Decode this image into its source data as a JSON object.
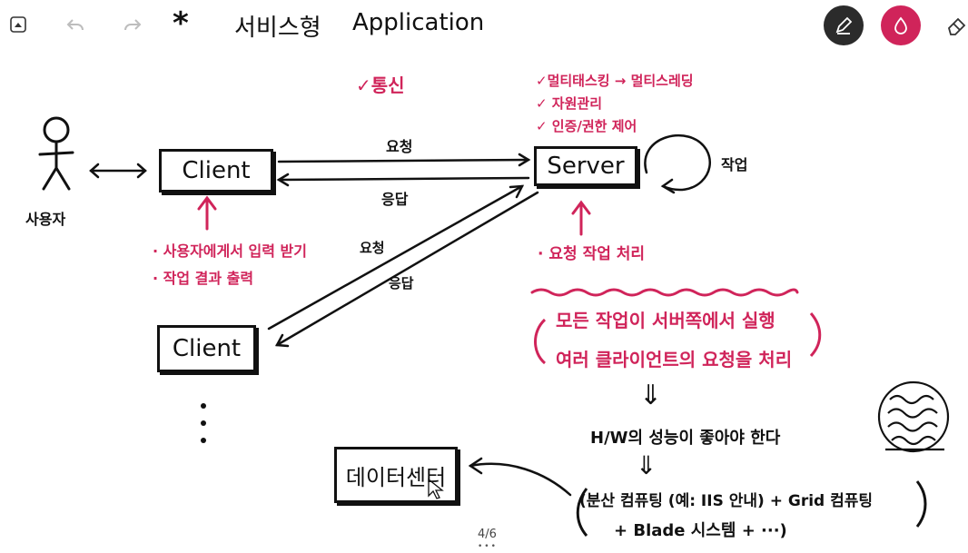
{
  "toolbar": {
    "star": "*",
    "title_main": "서비스형",
    "title_app": "Application"
  },
  "notes": {
    "comm": "✓통신",
    "server_notes": [
      "✓멀티태스킹 → 멀티스레딩",
      "✓ 자원관리",
      "✓ 인증/권한 제어"
    ],
    "request_top": "요청",
    "response_top": "응답",
    "work": "작업",
    "user": "사용자",
    "client_top": "Client",
    "server": "Server",
    "client_bottom": "Client",
    "client_notes": [
      "· 사용자에게서 입력 받기",
      "· 작업 결과 출력"
    ],
    "request_diag": "요청",
    "response_diag": "응답",
    "server_task": "· 요청 작업 처리",
    "summary_line1": "모든 작업이 서버쪽에서 실행",
    "summary_line2": "여러 클라이언트의 요청을 처리",
    "arrow_down": "⇓",
    "hw": "H/W의 성능이 좋아야 한다",
    "datacenter": "데이터센터",
    "dist": "(분산 컴퓨팅 (예: IIS 안내) + Grid 컴퓨팅",
    "blade": "+ Blade 시스템 + ···)",
    "page_indicator": "4/6",
    "more": "•••"
  },
  "colors": {
    "ink": "#111111",
    "accent": "#d0245a",
    "pen_button": "#2b2b2b"
  }
}
